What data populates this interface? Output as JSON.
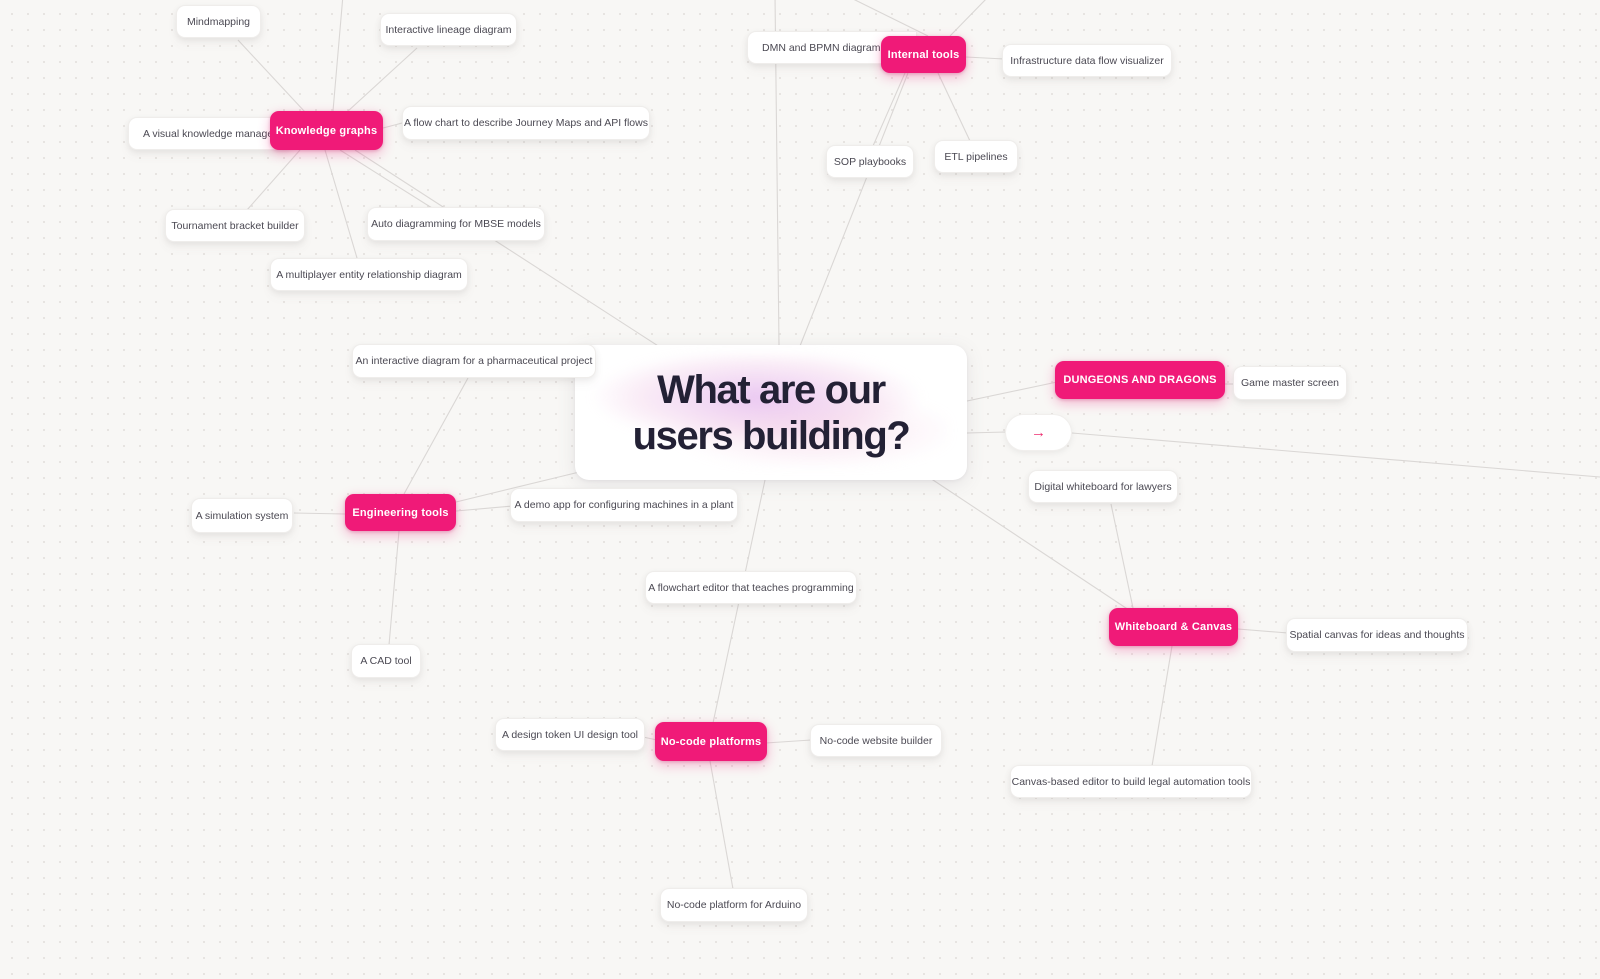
{
  "title": {
    "text": "What are our users building?"
  },
  "colors": {
    "accent_pink": "#F01A78",
    "canvas_background": "#F8F7F5",
    "edge_line": "#DAD7D5",
    "title_text": "#232135",
    "leaf_text": "#4B4953"
  },
  "arrow_node": {
    "icon": "→"
  },
  "branches": [
    {
      "label": "Knowledge graphs",
      "children": [
        "Mindmapping",
        "Interactive lineage diagram",
        "A visual knowledge management",
        "A flow chart to describe Journey Maps and API flows",
        "Tournament bracket builder",
        "Auto diagramming for MBSE models",
        "A multiplayer entity relationship diagram"
      ]
    },
    {
      "label": "Internal tools",
      "children": [
        "DMN and BPMN diagram editor",
        "Infrastructure data flow visualizer",
        "SOP playbooks",
        "ETL pipelines"
      ]
    },
    {
      "label": "DUNGEONS AND DRAGONS",
      "children": [
        "Game master screen"
      ]
    },
    {
      "label": "Engineering tools",
      "children": [
        "A simulation system",
        "A demo app for configuring machines in a plant",
        "A CAD tool",
        "An interactive diagram for a pharmaceutical project"
      ]
    },
    {
      "label": "No-code platforms",
      "children": [
        "A design token UI design tool",
        "No-code website builder",
        "No-code platform for Arduino",
        "A flowchart editor that teaches programming"
      ]
    },
    {
      "label": "Whiteboard & Canvas",
      "children": [
        "Spatial canvas for ideas and thoughts",
        "Digital whiteboard for lawyers",
        "Canvas-based editor to build legal automation tools"
      ]
    }
  ]
}
